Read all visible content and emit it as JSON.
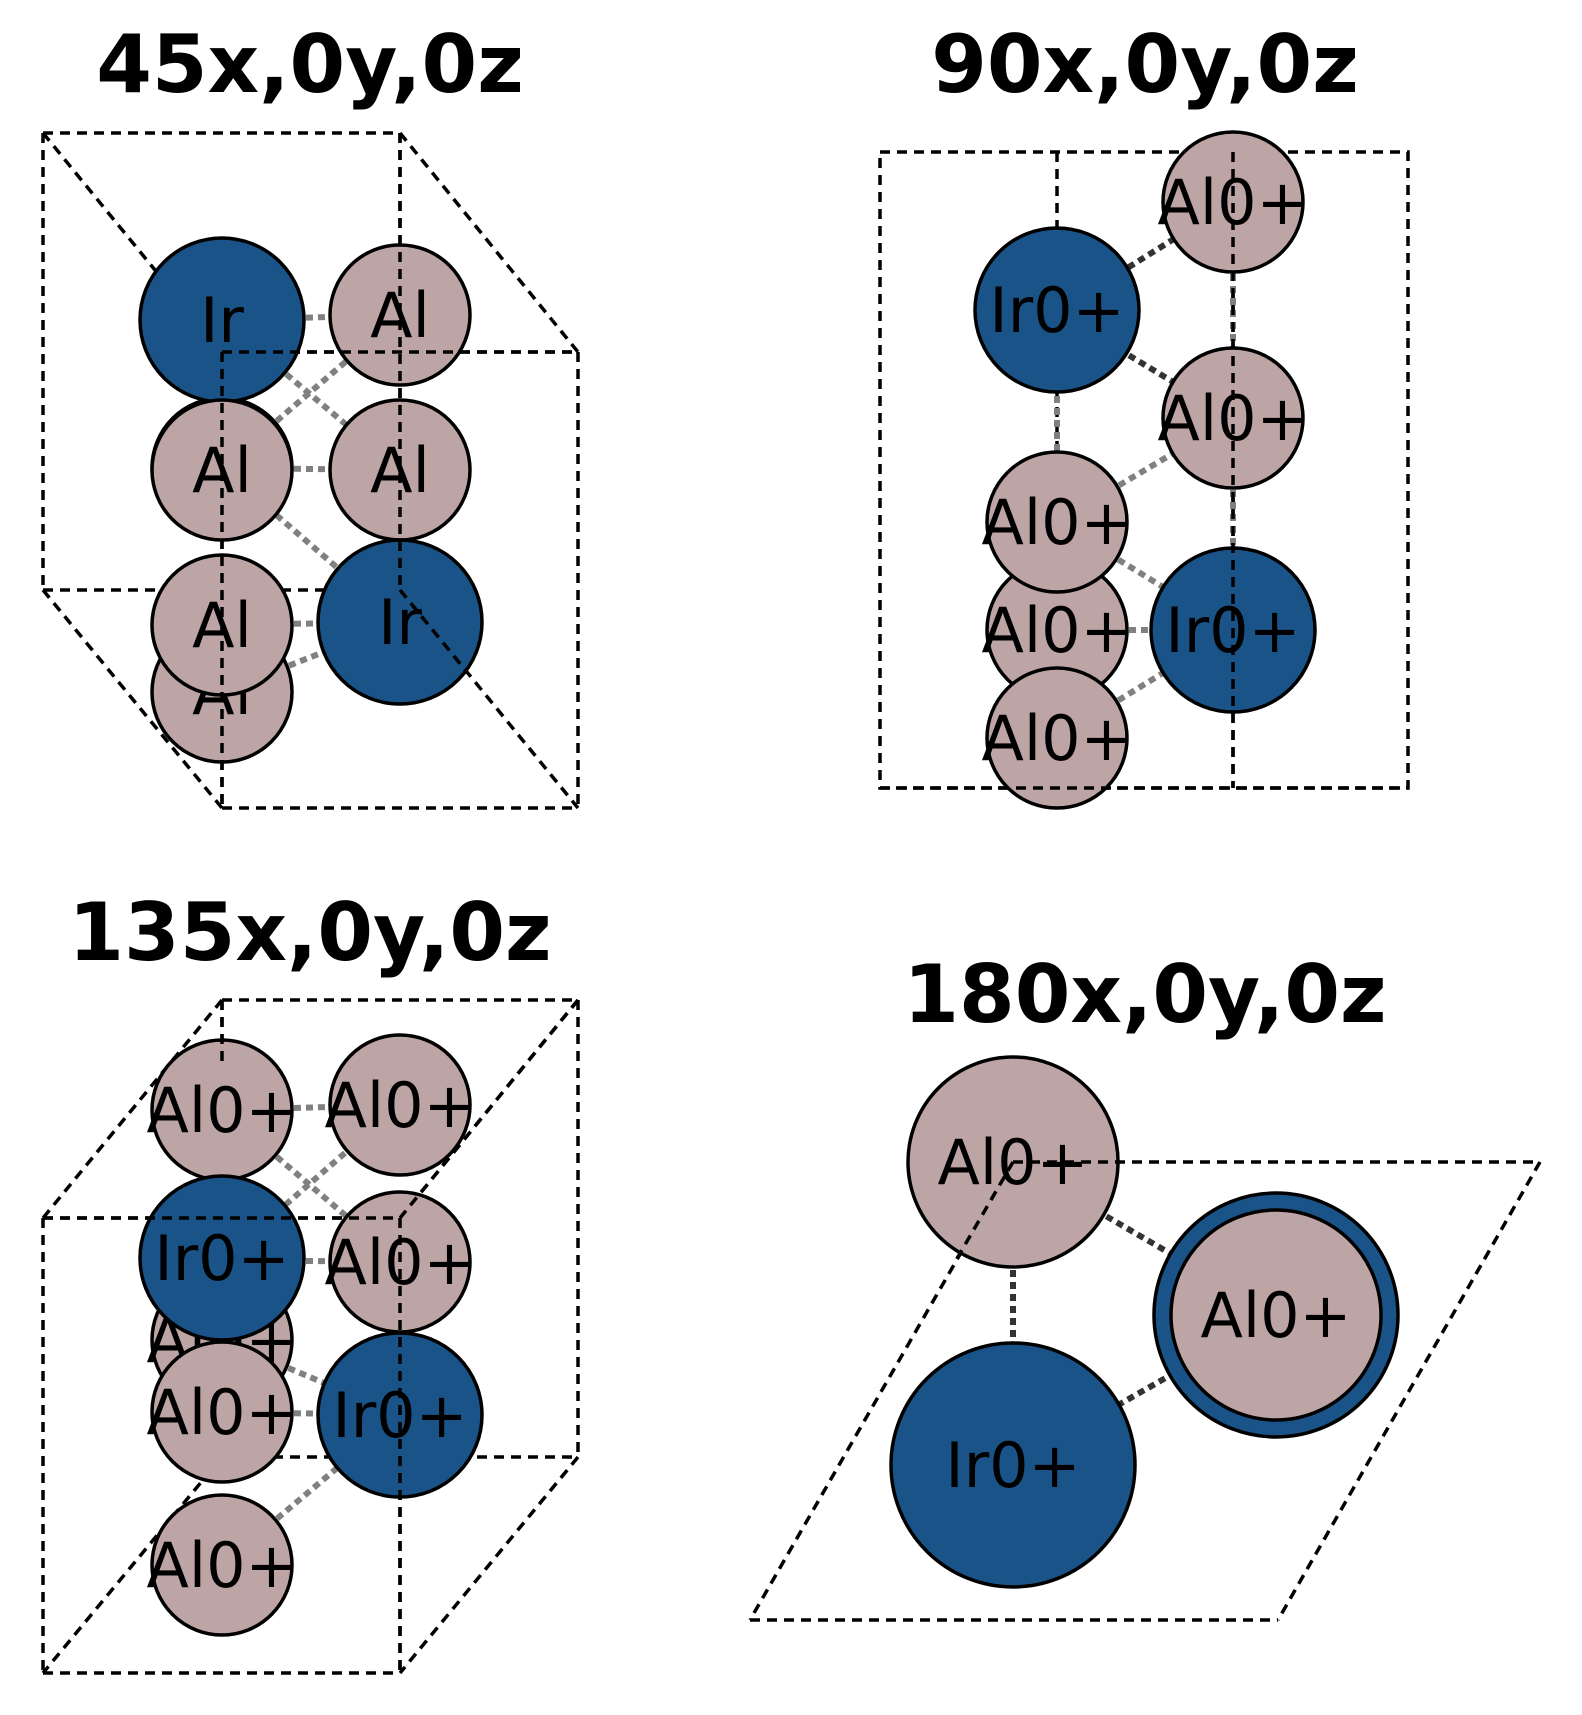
{
  "colors": {
    "ir": "#1a5387",
    "al": "#bea5a5",
    "outline": "#000000",
    "bond": "#808080"
  },
  "panels": [
    {
      "title": "45x,0y,0z",
      "atoms": [
        {
          "element": "Ir",
          "label": "Ir"
        },
        {
          "element": "Al",
          "label": "Al"
        },
        {
          "element": "Al",
          "label": "Al"
        },
        {
          "element": "Al",
          "label": "Al"
        },
        {
          "element": "Al",
          "label": "Al"
        },
        {
          "element": "Ir",
          "label": "Ir"
        },
        {
          "element": "Al",
          "label": "Al"
        }
      ]
    },
    {
      "title": "90x,0y,0z",
      "atoms": [
        {
          "element": "Al",
          "label": "Al0+"
        },
        {
          "element": "Ir",
          "label": "Ir0+"
        },
        {
          "element": "Al",
          "label": "Al0+"
        },
        {
          "element": "Al",
          "label": "Al0+"
        },
        {
          "element": "Al",
          "label": "Al0+"
        },
        {
          "element": "Ir",
          "label": "Ir0+"
        },
        {
          "element": "Al",
          "label": "Al0+"
        }
      ]
    },
    {
      "title": "135x,0y,0z",
      "atoms": [
        {
          "element": "Al",
          "label": "Al0+"
        },
        {
          "element": "Al",
          "label": "Al0+"
        },
        {
          "element": "Al",
          "label": "Al0+"
        },
        {
          "element": "Ir",
          "label": "Ir0+"
        },
        {
          "element": "Al",
          "label": "Al0+"
        },
        {
          "element": "Al",
          "label": "Al0+"
        },
        {
          "element": "Ir",
          "label": "Ir0+"
        },
        {
          "element": "Al",
          "label": "Al0+"
        }
      ]
    },
    {
      "title": "180x,0y,0z",
      "atoms": [
        {
          "element": "Al",
          "label": "Al0+"
        },
        {
          "element": "Ir",
          "label": "Ir0+"
        },
        {
          "element": "Al",
          "label": "Al0+"
        },
        {
          "element": "Ir",
          "label": "Ir0+"
        }
      ]
    }
  ]
}
